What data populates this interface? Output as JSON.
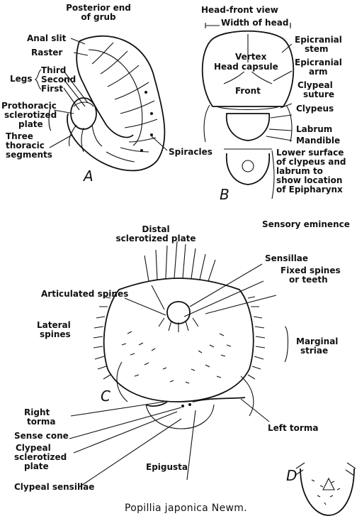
{
  "panel_a": {
    "letter": "A",
    "labels": {
      "posterior_end_1": "Posterior end",
      "posterior_end_2": "of grub",
      "anal_slit": "Anal slit",
      "raster": "Raster",
      "legs": "Legs",
      "third": "Third",
      "second": "Second",
      "first": "First",
      "prothoracic_1": "Prothoracic",
      "prothoracic_2": "sclerotized",
      "prothoracic_3": "plate",
      "three_thoracic_1": "Three",
      "three_thoracic_2": "thoracic",
      "three_thoracic_3": "segments",
      "spiracles": "Spiracles"
    }
  },
  "panel_b": {
    "letter": "B",
    "labels": {
      "head_front_view": "Head-front view",
      "width_of_head": "Width of head",
      "epicranial_stem_1": "Epicranial",
      "epicranial_stem_2": "stem",
      "vertex": "Vertex",
      "head_capsule": "Head capsule",
      "epicranial_arm_1": "Epicranial",
      "epicranial_arm_2": "arm",
      "front": "Front",
      "clypeal_suture_1": "Clypeal",
      "clypeal_suture_2": "suture",
      "clypeus": "Clypeus",
      "labrum": "Labrum",
      "mandible": "Mandible",
      "lower_surface_1": "Lower surface",
      "lower_surface_2": "of clypeus and",
      "lower_surface_3": "labrum to",
      "lower_surface_4": "show location",
      "lower_surface_5": "of Epipharynx"
    }
  },
  "panel_c": {
    "letter": "C",
    "labels": {
      "distal_1": "Distal",
      "distal_2": "sclerotized plate",
      "sensory_eminence": "Sensory eminence",
      "sensillae": "Sensillae",
      "fixed_spines_1": "Fixed spines",
      "fixed_spines_2": "or teeth",
      "articulated_spines": "Articulated spines",
      "lateral_spines_1": "Lateral",
      "lateral_spines_2": "spines",
      "marginal_striae_1": "Marginal",
      "marginal_striae_2": "striae",
      "right_torma_1": "Right",
      "right_torma_2": "torma",
      "sense_cone": "Sense cone",
      "clypeal_plate_1": "Clypeal",
      "clypeal_plate_2": "sclerotized",
      "clypeal_plate_3": "plate",
      "epigusta": "Epigusta",
      "clypeal_sensillae": "Clypeal sensillae",
      "left_torma": "Left torma"
    }
  },
  "panel_d": {
    "letter": "D"
  },
  "caption": "Popillia japonica Newm."
}
